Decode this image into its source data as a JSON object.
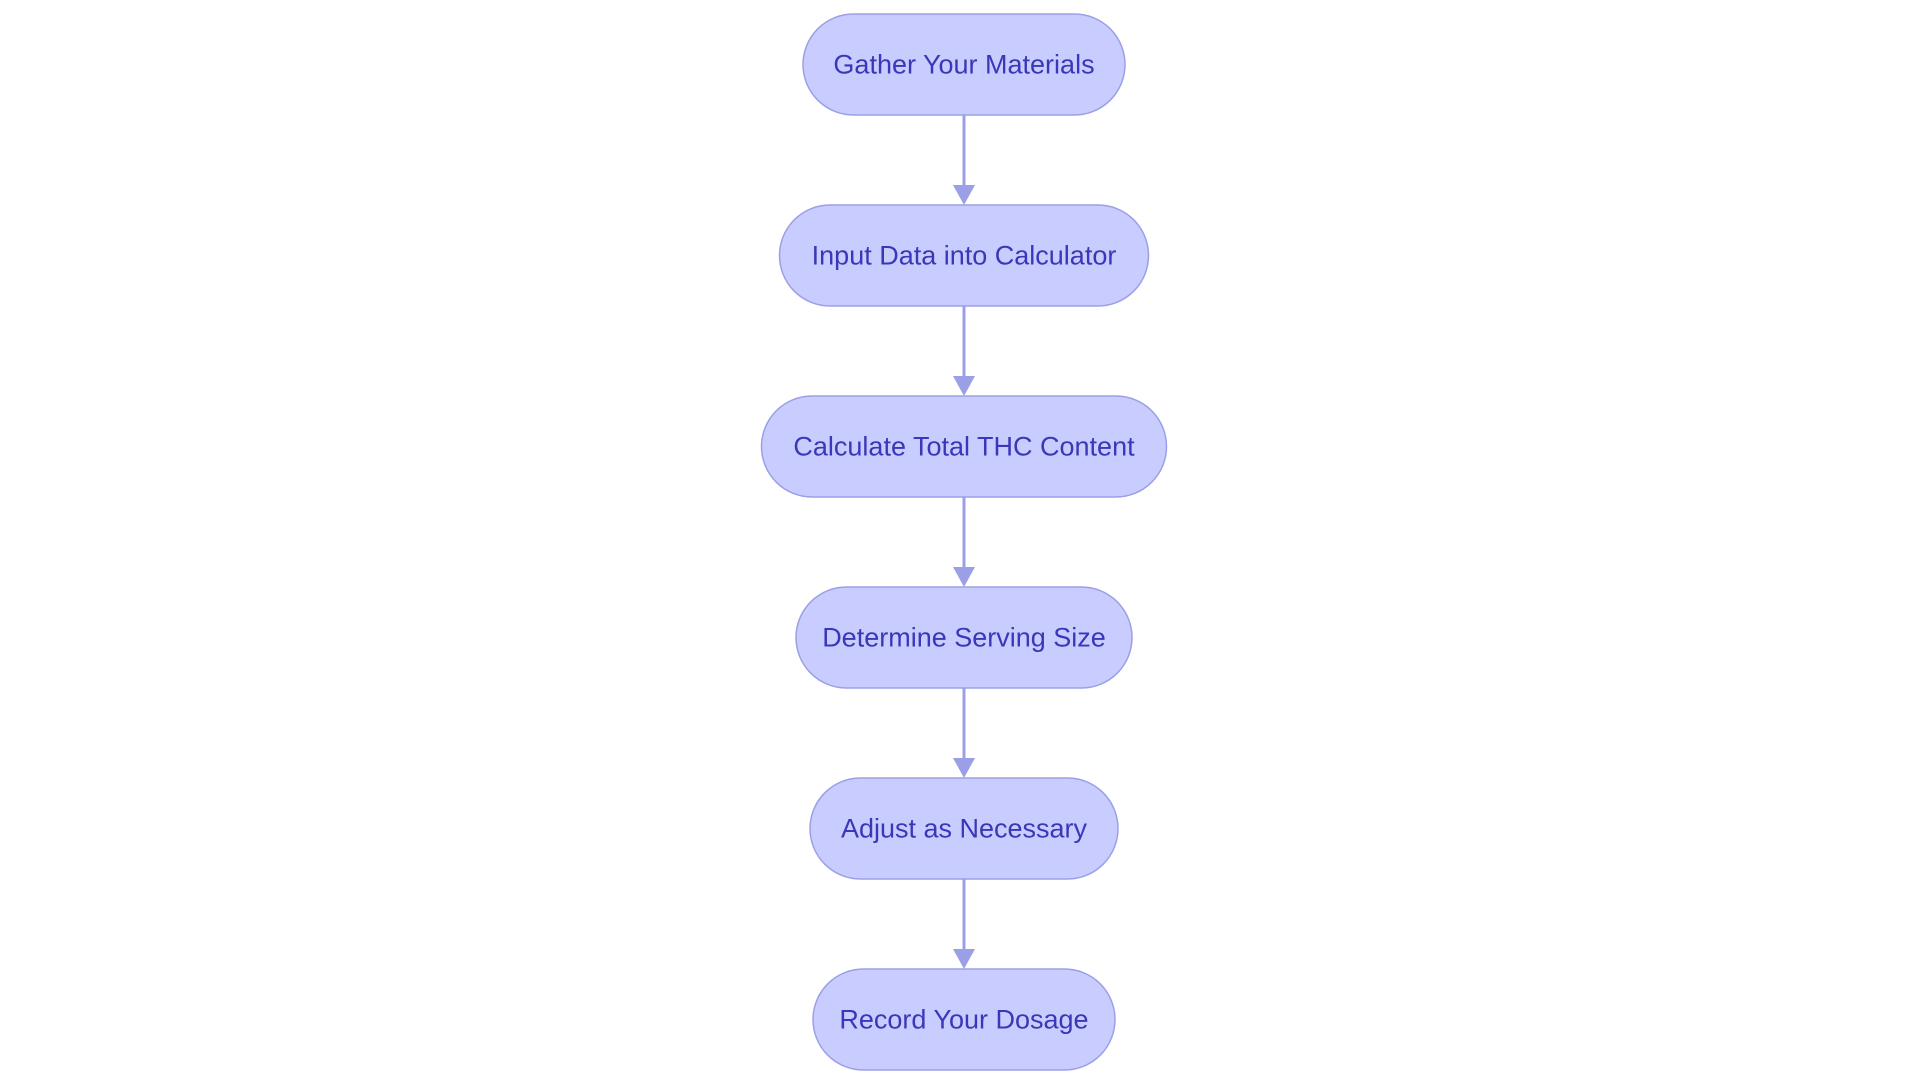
{
  "flowchart": {
    "steps": [
      {
        "id": "gather",
        "label": "Gather Your Materials"
      },
      {
        "id": "input",
        "label": "Input Data into Calculator"
      },
      {
        "id": "calculate",
        "label": "Calculate Total THC Content"
      },
      {
        "id": "serving",
        "label": "Determine Serving Size"
      },
      {
        "id": "adjust",
        "label": "Adjust as Necessary"
      },
      {
        "id": "record",
        "label": "Record Your Dosage"
      }
    ],
    "edges": [
      {
        "from": "gather",
        "to": "input"
      },
      {
        "from": "input",
        "to": "calculate"
      },
      {
        "from": "calculate",
        "to": "serving"
      },
      {
        "from": "serving",
        "to": "adjust"
      },
      {
        "from": "adjust",
        "to": "record"
      }
    ],
    "colors": {
      "node_fill": "#c9ccfe",
      "node_border": "#9ba0e6",
      "text": "#3a37b8",
      "arrow": "#9ba0e6"
    }
  }
}
